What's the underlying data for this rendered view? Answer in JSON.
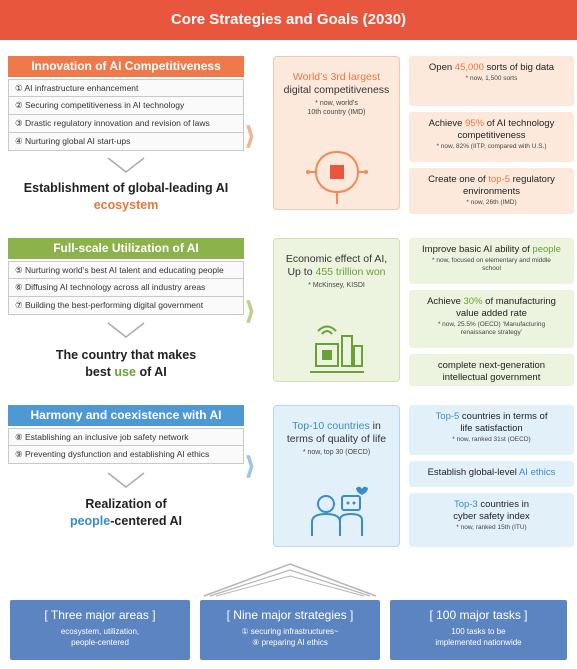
{
  "title": "Core Strategies and Goals (2030)",
  "colors": {
    "banner": "#e8563d",
    "orange": "#ee7a4c",
    "green": "#8cb24c",
    "blue": "#4e98d3",
    "bottom_box": "#5b84c0"
  },
  "sections": [
    {
      "header": "Innovation of AI Competitiveness",
      "items": [
        "① AI infrastructure enhancement",
        "② Securing competitiveness in AI technology",
        "③ Drastic regulatory innovation and revision of laws",
        "④ Nurturing global AI start-ups"
      ],
      "goal_line1": "Establishment of global-leading AI",
      "goal_line2": "ecosystem",
      "center": {
        "title_highlight": "World’s 3rd largest",
        "title_rest": "digital competitiveness",
        "note_line1": "* now, world’s",
        "note_line2": "10th country (IMD)"
      },
      "right_boxes": [
        {
          "pre": "Open ",
          "highlight": "45,000",
          "post": " sorts of big data",
          "note": "* now, 1,500 sorts"
        },
        {
          "pre": "Achieve ",
          "highlight": "95%",
          "post": " of AI technology competitiveness",
          "note": "* now, 82% (IITP, compared with U.S.)"
        },
        {
          "pre": "Create one of ",
          "highlight": "top-5",
          "post": " regulatory environments",
          "note": "* now, 26th (IMD)"
        }
      ]
    },
    {
      "header": "Full-scale Utilization of AI",
      "items": [
        "⑤ Nurturing world’s best AI talent and educating people",
        "⑥ Diffusing AI technology across all industry areas",
        "⑦ Building the best-performing digital government"
      ],
      "goal_line1": "The country that makes",
      "goal_pre": "best ",
      "goal_highlight": "use",
      "goal_post": " of AI",
      "center": {
        "title_line1": "Economic effect of AI,",
        "title_pre": "Up to ",
        "title_highlight": "455 trillion won",
        "note_line1": "* McKinsey, KISDI"
      },
      "right_boxes": [
        {
          "pre": "Improve basic AI ability of ",
          "highlight": "people",
          "post": "",
          "note": "* now, focused on elementary and middle school"
        },
        {
          "pre": "Achieve ",
          "highlight": "30%",
          "post": " of manufacturing value added rate",
          "note": "* now, 25.5% (OECD) ‘Manufacturing renaissance strategy’"
        },
        {
          "pre": "complete next-generation",
          "highlight": "intellectual government",
          "post": "",
          "note": ""
        }
      ]
    },
    {
      "header": "Harmony and coexistence with AI",
      "items": [
        "⑧ Establishing an inclusive job safety network",
        "⑨ Preventing dysfunction and establishing AI ethics"
      ],
      "goal_line1": "Realization of",
      "goal_highlight": "people",
      "goal_post": "-centered AI",
      "center": {
        "title_highlight": "Top-10 countries",
        "title_rest1": " in",
        "title_line2": "terms of quality of life",
        "note_line1": "* now, top 30 (OECD)"
      },
      "right_boxes": [
        {
          "pre": "",
          "highlight": "Top-5",
          "post": " countries in terms of life satisfaction",
          "note": "* now, ranked 31st (OECD)"
        },
        {
          "pre": "Establish global-level ",
          "highlight": "AI ethics",
          "post": "",
          "note": ""
        },
        {
          "pre": "",
          "highlight": "Top-3",
          "post": " countries in cyber safety index",
          "note": "* now, ranked 15th (ITU)"
        }
      ]
    }
  ],
  "bottom": [
    {
      "title": "[ Three major areas ]",
      "line1": "ecosystem, utilization,",
      "line2": "people-centered"
    },
    {
      "title": "[ Nine major strategies ]",
      "line1": "① securing infrastructures~",
      "line2": "⑨ preparing AI ethics"
    },
    {
      "title": "[ 100 major tasks ]",
      "line1": "100 tasks to be",
      "line2": "implemented nationwide"
    }
  ]
}
